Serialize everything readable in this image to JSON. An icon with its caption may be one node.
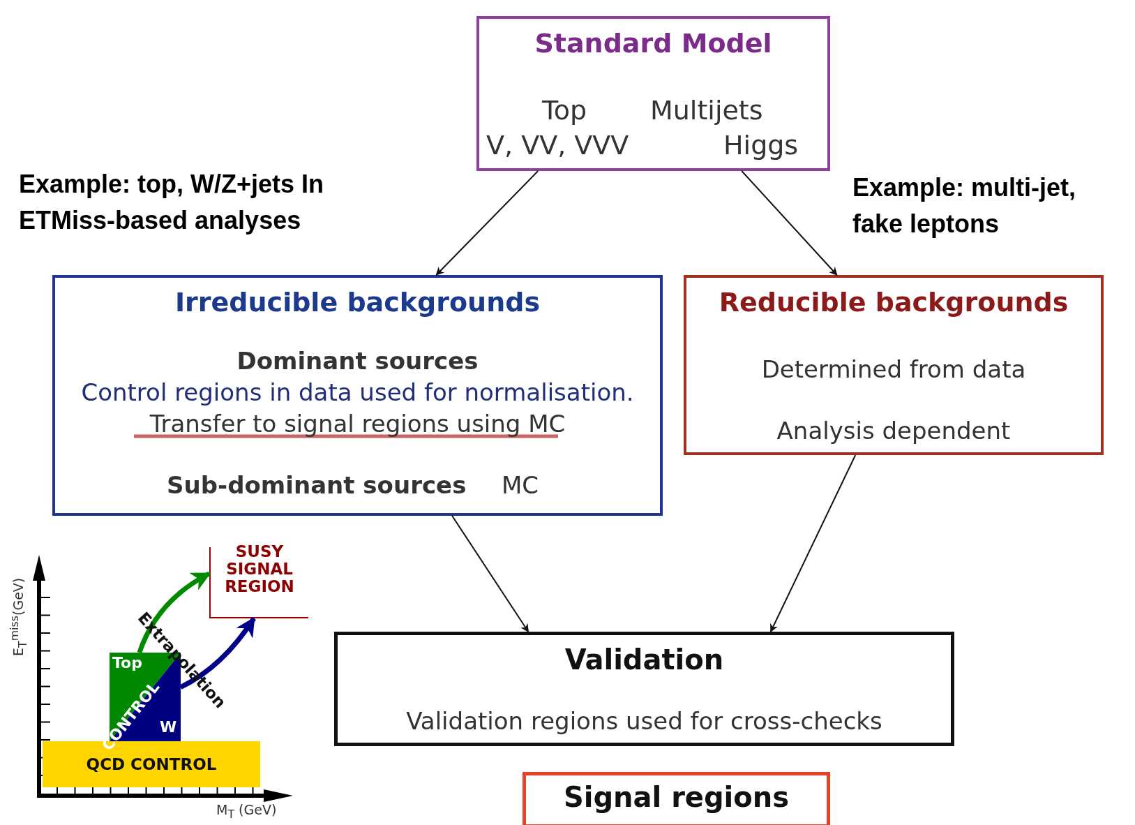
{
  "diagram": {
    "nodes": [
      {
        "text": [
          "Standard Model",
          "Top",
          "Multijets",
          "V, VV, VVV",
          "Higgs"
        ]
      },
      {
        "text": [
          "Irreducible backgrounds",
          "Dominant sources",
          "Control regions in data used for normalisation.",
          "Transfer to signal regions using MC",
          "Sub-dominant sources",
          "MC"
        ]
      },
      {
        "text": [
          "Reducible backgrounds",
          "Determined from data",
          "Analysis dependent"
        ]
      },
      {
        "text": [
          "Validation",
          "Validation regions used for cross-checks"
        ]
      },
      {
        "text": [
          "Signal regions"
        ]
      },
      {
        "text": [
          "Top",
          "CONTROL",
          "W"
        ]
      },
      {
        "text": [
          "QCD CONTROL"
        ]
      },
      {
        "text": [
          "SUSY SIGNAL REGION"
        ]
      }
    ],
    "edges": [
      {
        "from": 0,
        "to": 1,
        "arrow": "to"
      },
      {
        "from": 0,
        "to": 2,
        "arrow": "to"
      },
      {
        "from": 1,
        "to": 3,
        "arrow": "to"
      },
      {
        "from": 2,
        "to": 3,
        "arrow": "to"
      },
      {
        "from": 5,
        "to": 7,
        "arrow": "to",
        "label": "Extrapolation",
        "style": "thick",
        "color": "#008a00"
      },
      {
        "from": 5,
        "to": 7,
        "arrow": "to",
        "style": "thick",
        "color": "#000088"
      }
    ],
    "labels": [
      "Example: top, W/Z+jets In ETMiss-based analyses",
      "Example: multi-jet, fake leptons",
      "E$_{T}$$^{miss}$(GeV)",
      "M$_{T}$ (GeV)"
    ]
  }
}
